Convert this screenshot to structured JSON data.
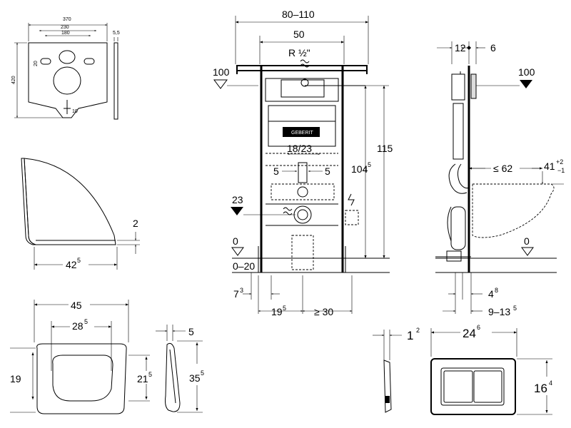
{
  "labels": {
    "plate_w": "370",
    "plate_w2": "230",
    "plate_w3": "180",
    "plate_t": "5,5",
    "plate_h": "420",
    "plate_hole": "20",
    "plate_slot": "10",
    "frame_w": "80–110",
    "frame_w_inner": "50",
    "pipe": "R ½\"",
    "h_total": "115",
    "h_flush": "104",
    "h_flush_sup": "5",
    "level_100_left": "100",
    "level_100_right": "100",
    "level_23": "23",
    "level_0_left": "0",
    "level_0_right": "0",
    "floor_range": "0–20",
    "spacing_18_23": "18/23",
    "gap_5_left": "5",
    "gap_5_right": "5",
    "depth_12": "12",
    "depth_6": "6",
    "reach_62": "≤ 62",
    "bowl_h": "41",
    "bowl_h_sup": "+2",
    "bowl_h_sub": "−1",
    "dim_7": "7",
    "dim_7_sup": "3",
    "dim_19": "19",
    "dim_19_sup": "5",
    "dim_30": "≥ 30",
    "dim_4": "4",
    "dim_4_sup": "8",
    "dim_9_13": "9–13",
    "dim_9_13_sup": "5",
    "seat_d": "2",
    "seat_w": "42",
    "seat_w_sup": "5",
    "lid_w": "45",
    "lid_w2": "28",
    "lid_w2_sup": "5",
    "lid_h": "19",
    "lid_h2": "21",
    "lid_h2_sup": "5",
    "lid_t": "5",
    "lid_depth": "35",
    "lid_depth_sup": "5",
    "plate_button_t": "1",
    "plate_button_t_sup": "2",
    "plate_button_w": "24",
    "plate_button_w_sup": "6",
    "plate_button_h": "16",
    "plate_button_h_sup": "4",
    "brand": "GEBERIT"
  }
}
